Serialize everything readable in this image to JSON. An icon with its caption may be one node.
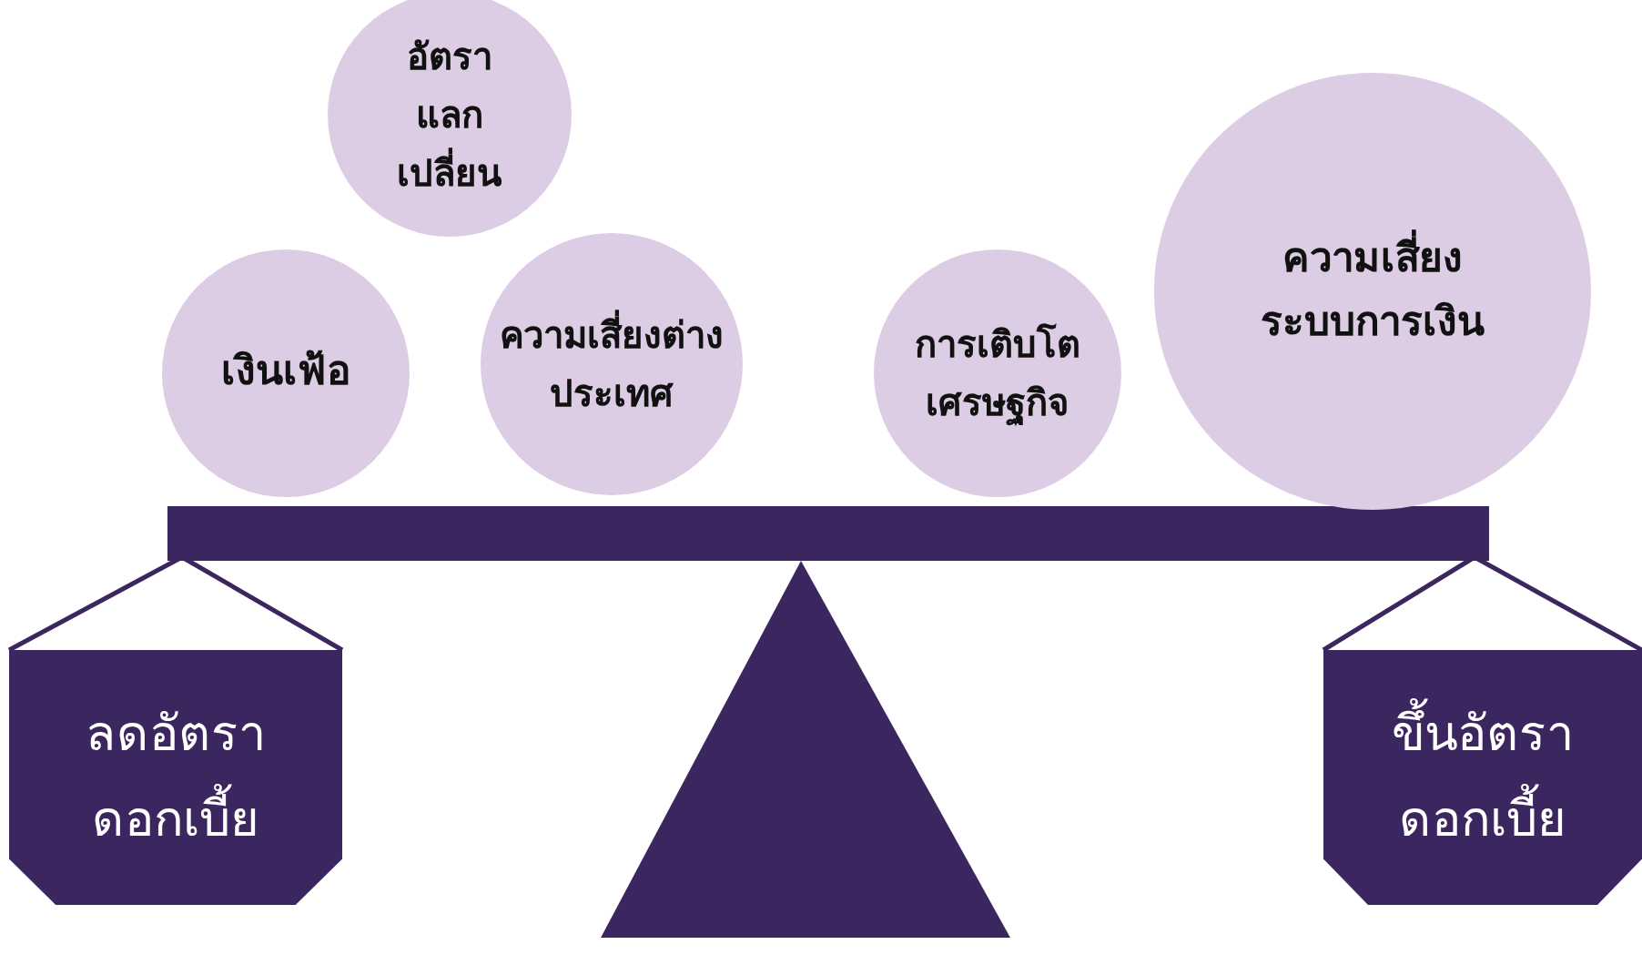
{
  "diagram": {
    "nodes": [
      {
        "text": [
          "อัตราแลกเปลี่ยน"
        ]
      },
      {
        "text": [
          "เงินเฟ้อ"
        ]
      },
      {
        "text": [
          "ความเสี่ยงต่างประเทศ"
        ]
      },
      {
        "text": [
          "การเติบโตเศรษฐกิจ"
        ]
      },
      {
        "text": [
          "ความเสี่ยงระบบการเงิน"
        ]
      },
      {
        "text": [
          "ลดอัตราดอกเบี้ย"
        ]
      },
      {
        "text": [
          "ขึ้นอัตราดอกเบี้ย"
        ]
      }
    ]
  }
}
